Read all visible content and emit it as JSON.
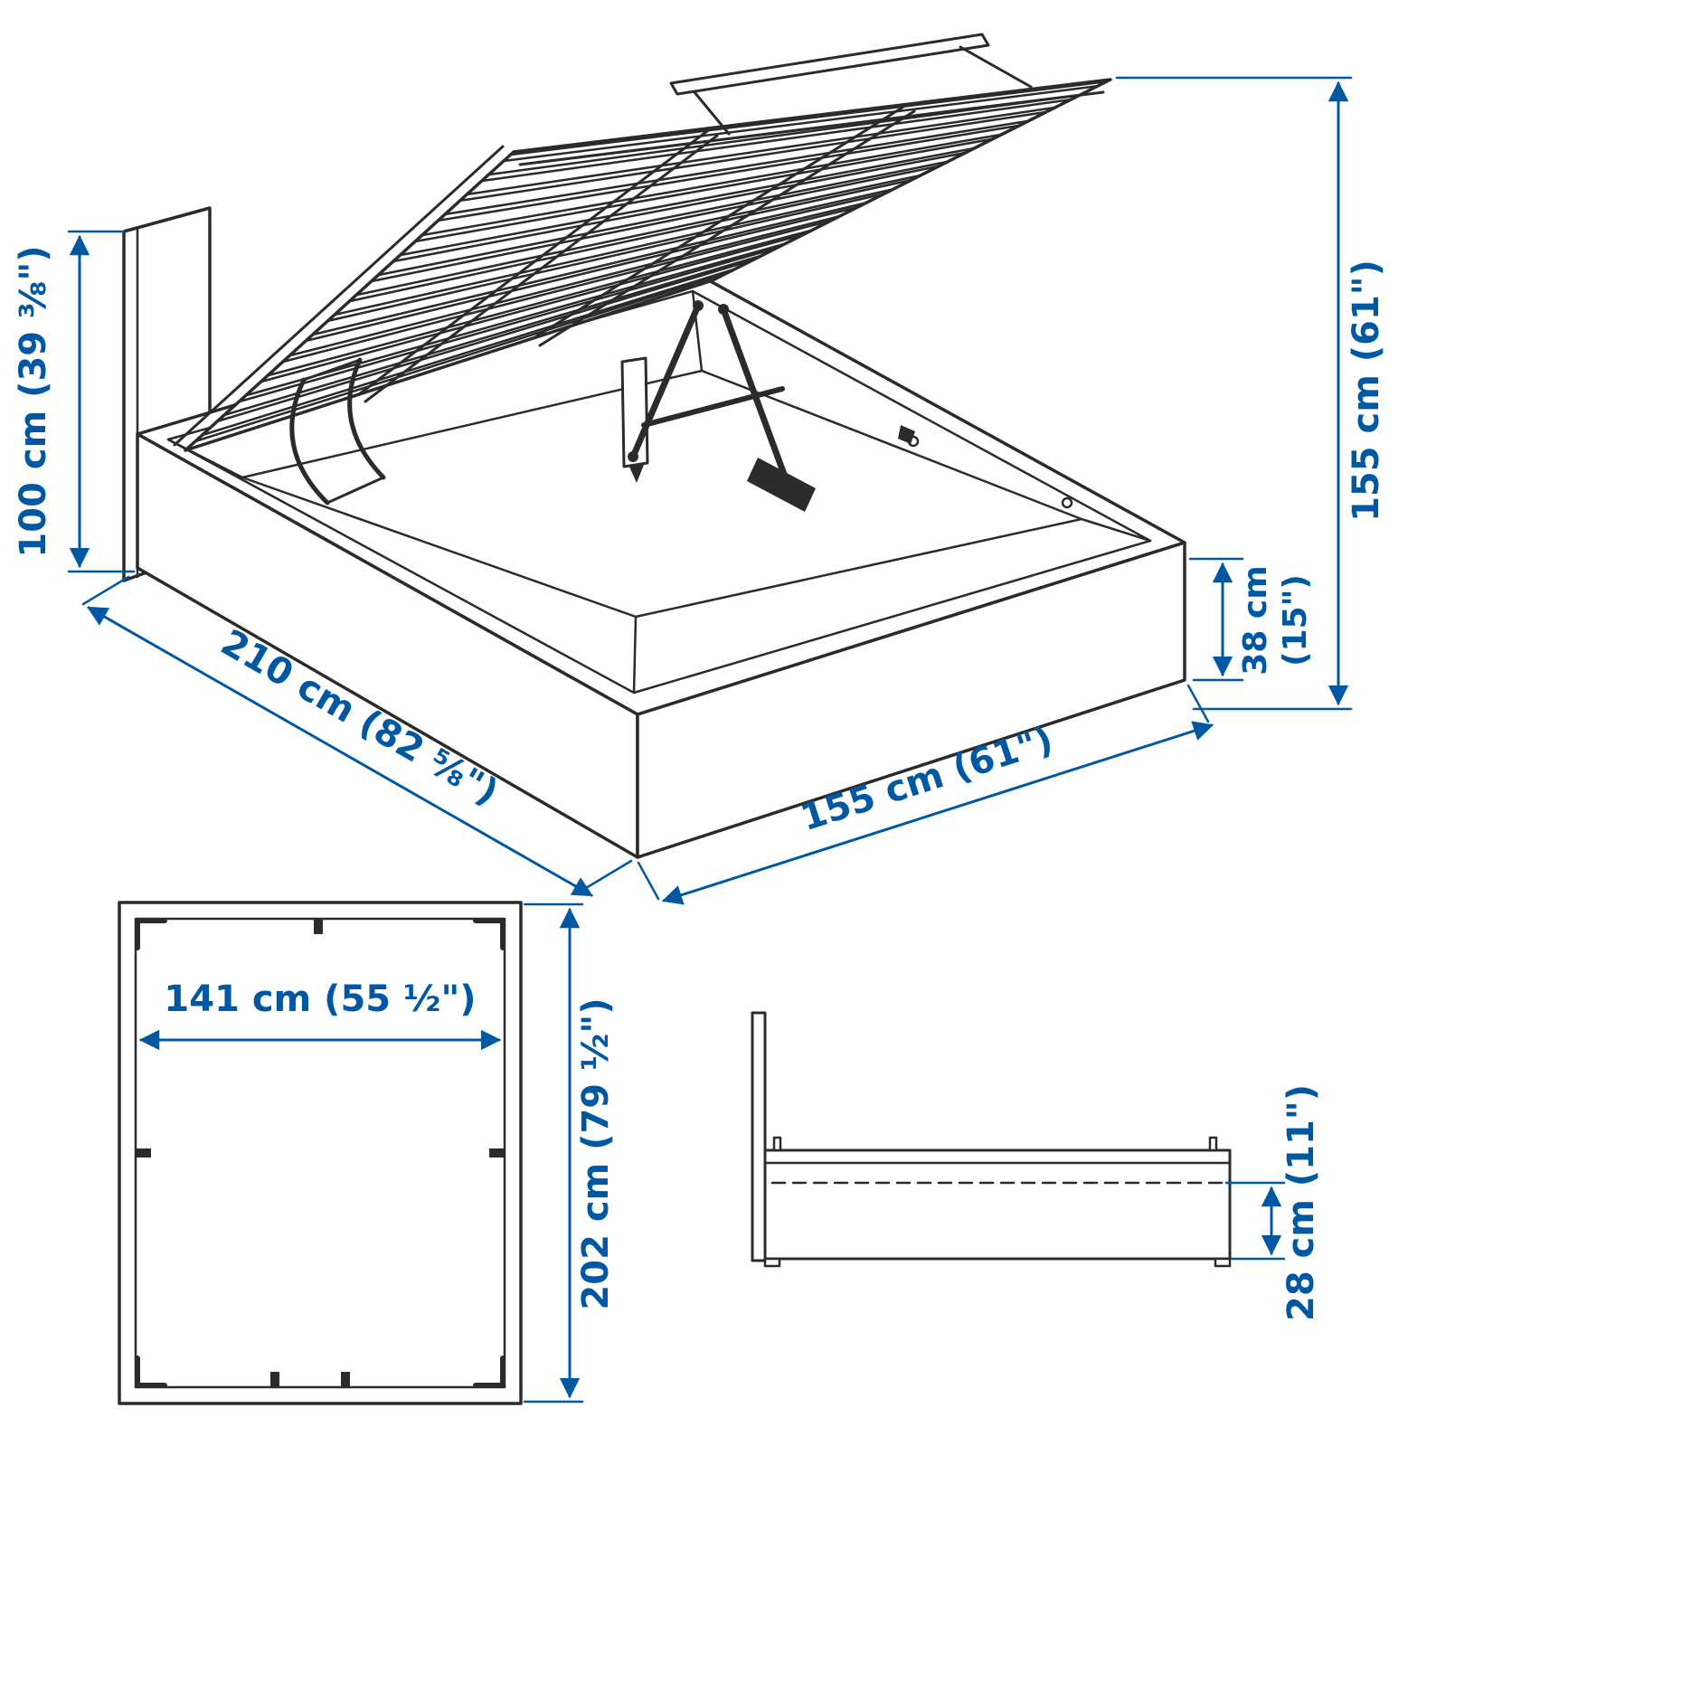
{
  "diagram": {
    "subject": "storage-bed-dimension-diagram",
    "accent_color": "#0058A3",
    "line_color": "#2b2b2b",
    "perspective": {
      "headboard_height": "100 cm (39 ⅜\")",
      "open_height": "155 cm (61\")",
      "base_height_cm": "38 cm",
      "base_height_in": "(15\")",
      "length": "210 cm (82 ⅝\")",
      "width": "155 cm (61\")"
    },
    "plan": {
      "inner_width": "141 cm (55 ½\")",
      "inner_length": "202 cm (79 ½\")"
    },
    "side": {
      "storage_height": "28 cm (11\")"
    }
  }
}
